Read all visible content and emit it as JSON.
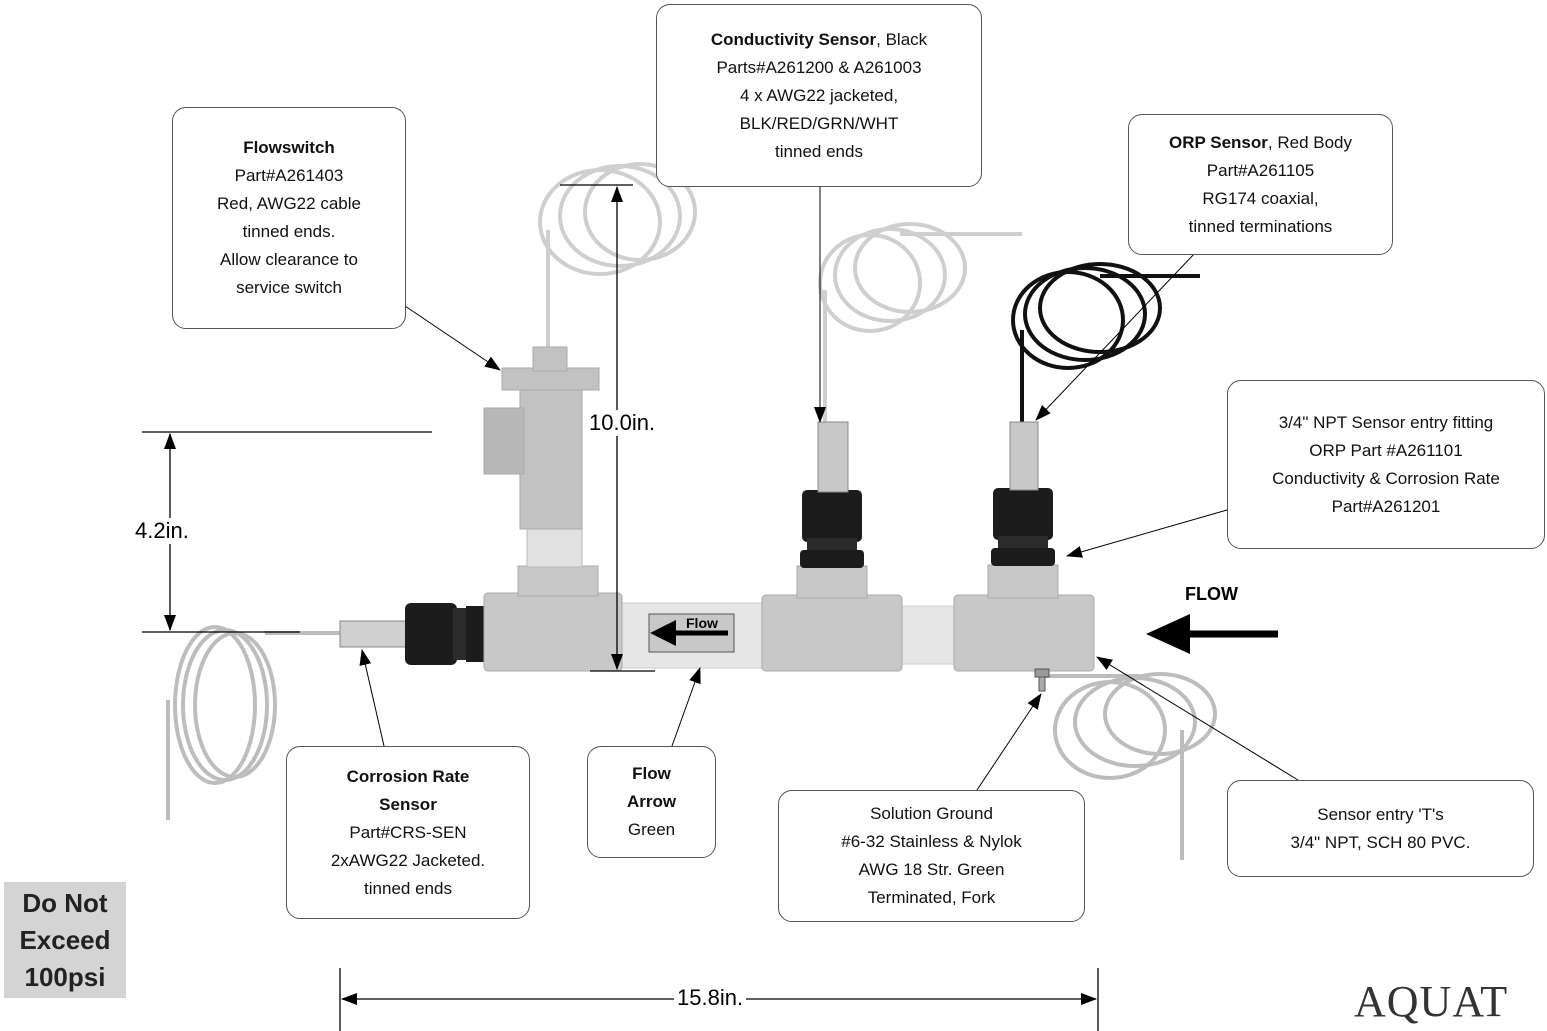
{
  "callouts": {
    "conductivity": {
      "title": "Conductivity Sensor",
      "title_suffix": ", Black",
      "line2": "Parts#A261200 & A261003",
      "line3": "4 x AWG22 jacketed,",
      "line4": "BLK/RED/GRN/WHT",
      "line5": "tinned ends"
    },
    "flowswitch": {
      "title": "Flowswitch",
      "line2": "Part#A261403",
      "line3": "Red, AWG22 cable",
      "line4": "tinned ends.",
      "line5": "Allow clearance  to",
      "line6": "service switch"
    },
    "orp": {
      "title": "ORP Sensor",
      "title_suffix": ", Red Body",
      "line2": "Part#A261105",
      "line3": "RG174 coaxial,",
      "line4": "tinned terminations"
    },
    "fitting": {
      "line1": "3/4\" NPT Sensor entry fitting",
      "line2": "ORP Part #A261101",
      "line3": "Conductivity & Corrosion Rate",
      "line4": "Part#A261201"
    },
    "corrosion": {
      "title1": "Corrosion Rate",
      "title2": "Sensor",
      "line3": "Part#CRS-SEN",
      "line4": "2xAWG22 Jacketed.",
      "line5": "tinned ends"
    },
    "flow_arrow": {
      "title1": "Flow",
      "title2": "Arrow",
      "line3": "Green"
    },
    "ground": {
      "line1": "Solution Ground",
      "line2": "#6-32 Stainless & Nylok",
      "line3": "AWG 18 Str. Green",
      "line4": "Terminated, Fork"
    },
    "tees": {
      "line1": "Sensor entry 'T's",
      "line2": "3/4\" NPT, SCH 80 PVC."
    }
  },
  "dimensions": {
    "height_total": "10.0in.",
    "height_pipe": "4.2in.",
    "length": "15.8in."
  },
  "labels": {
    "flow_direction": "FLOW",
    "pipe_flow": "Flow"
  },
  "warning": {
    "line1": "Do Not",
    "line2": "Exceed",
    "line3": "100psi"
  },
  "logo": "AQUAT",
  "colors": {
    "pvc": "#c8c8c8",
    "pvc_light": "#dcdcdc",
    "cable_gray": "#bdbdbd",
    "sensor_black": "#1c1c1c",
    "flow_arrow": "#2ca02c"
  }
}
